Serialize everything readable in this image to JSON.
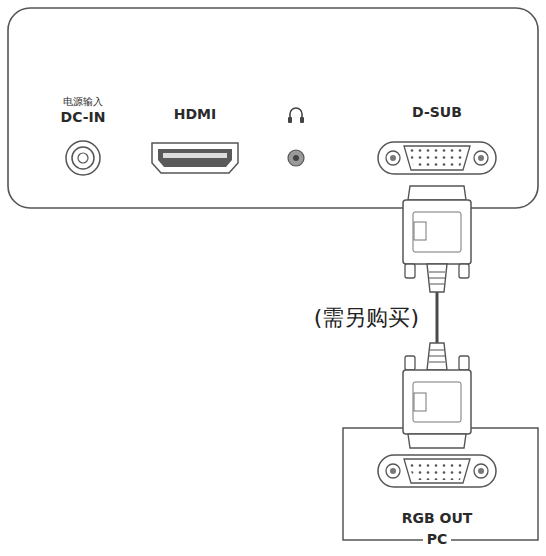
{
  "diagram": {
    "nodes": [
      {
        "text": [
          "电源输入",
          "DC-IN",
          "HDMI",
          "D-SUB"
        ]
      },
      {
        "text": [
          "RGB OUT",
          "PC"
        ]
      }
    ],
    "edges": [
      {
        "from": 0,
        "to": 1,
        "arrow": "none",
        "label": "(需另购买)"
      }
    ]
  }
}
